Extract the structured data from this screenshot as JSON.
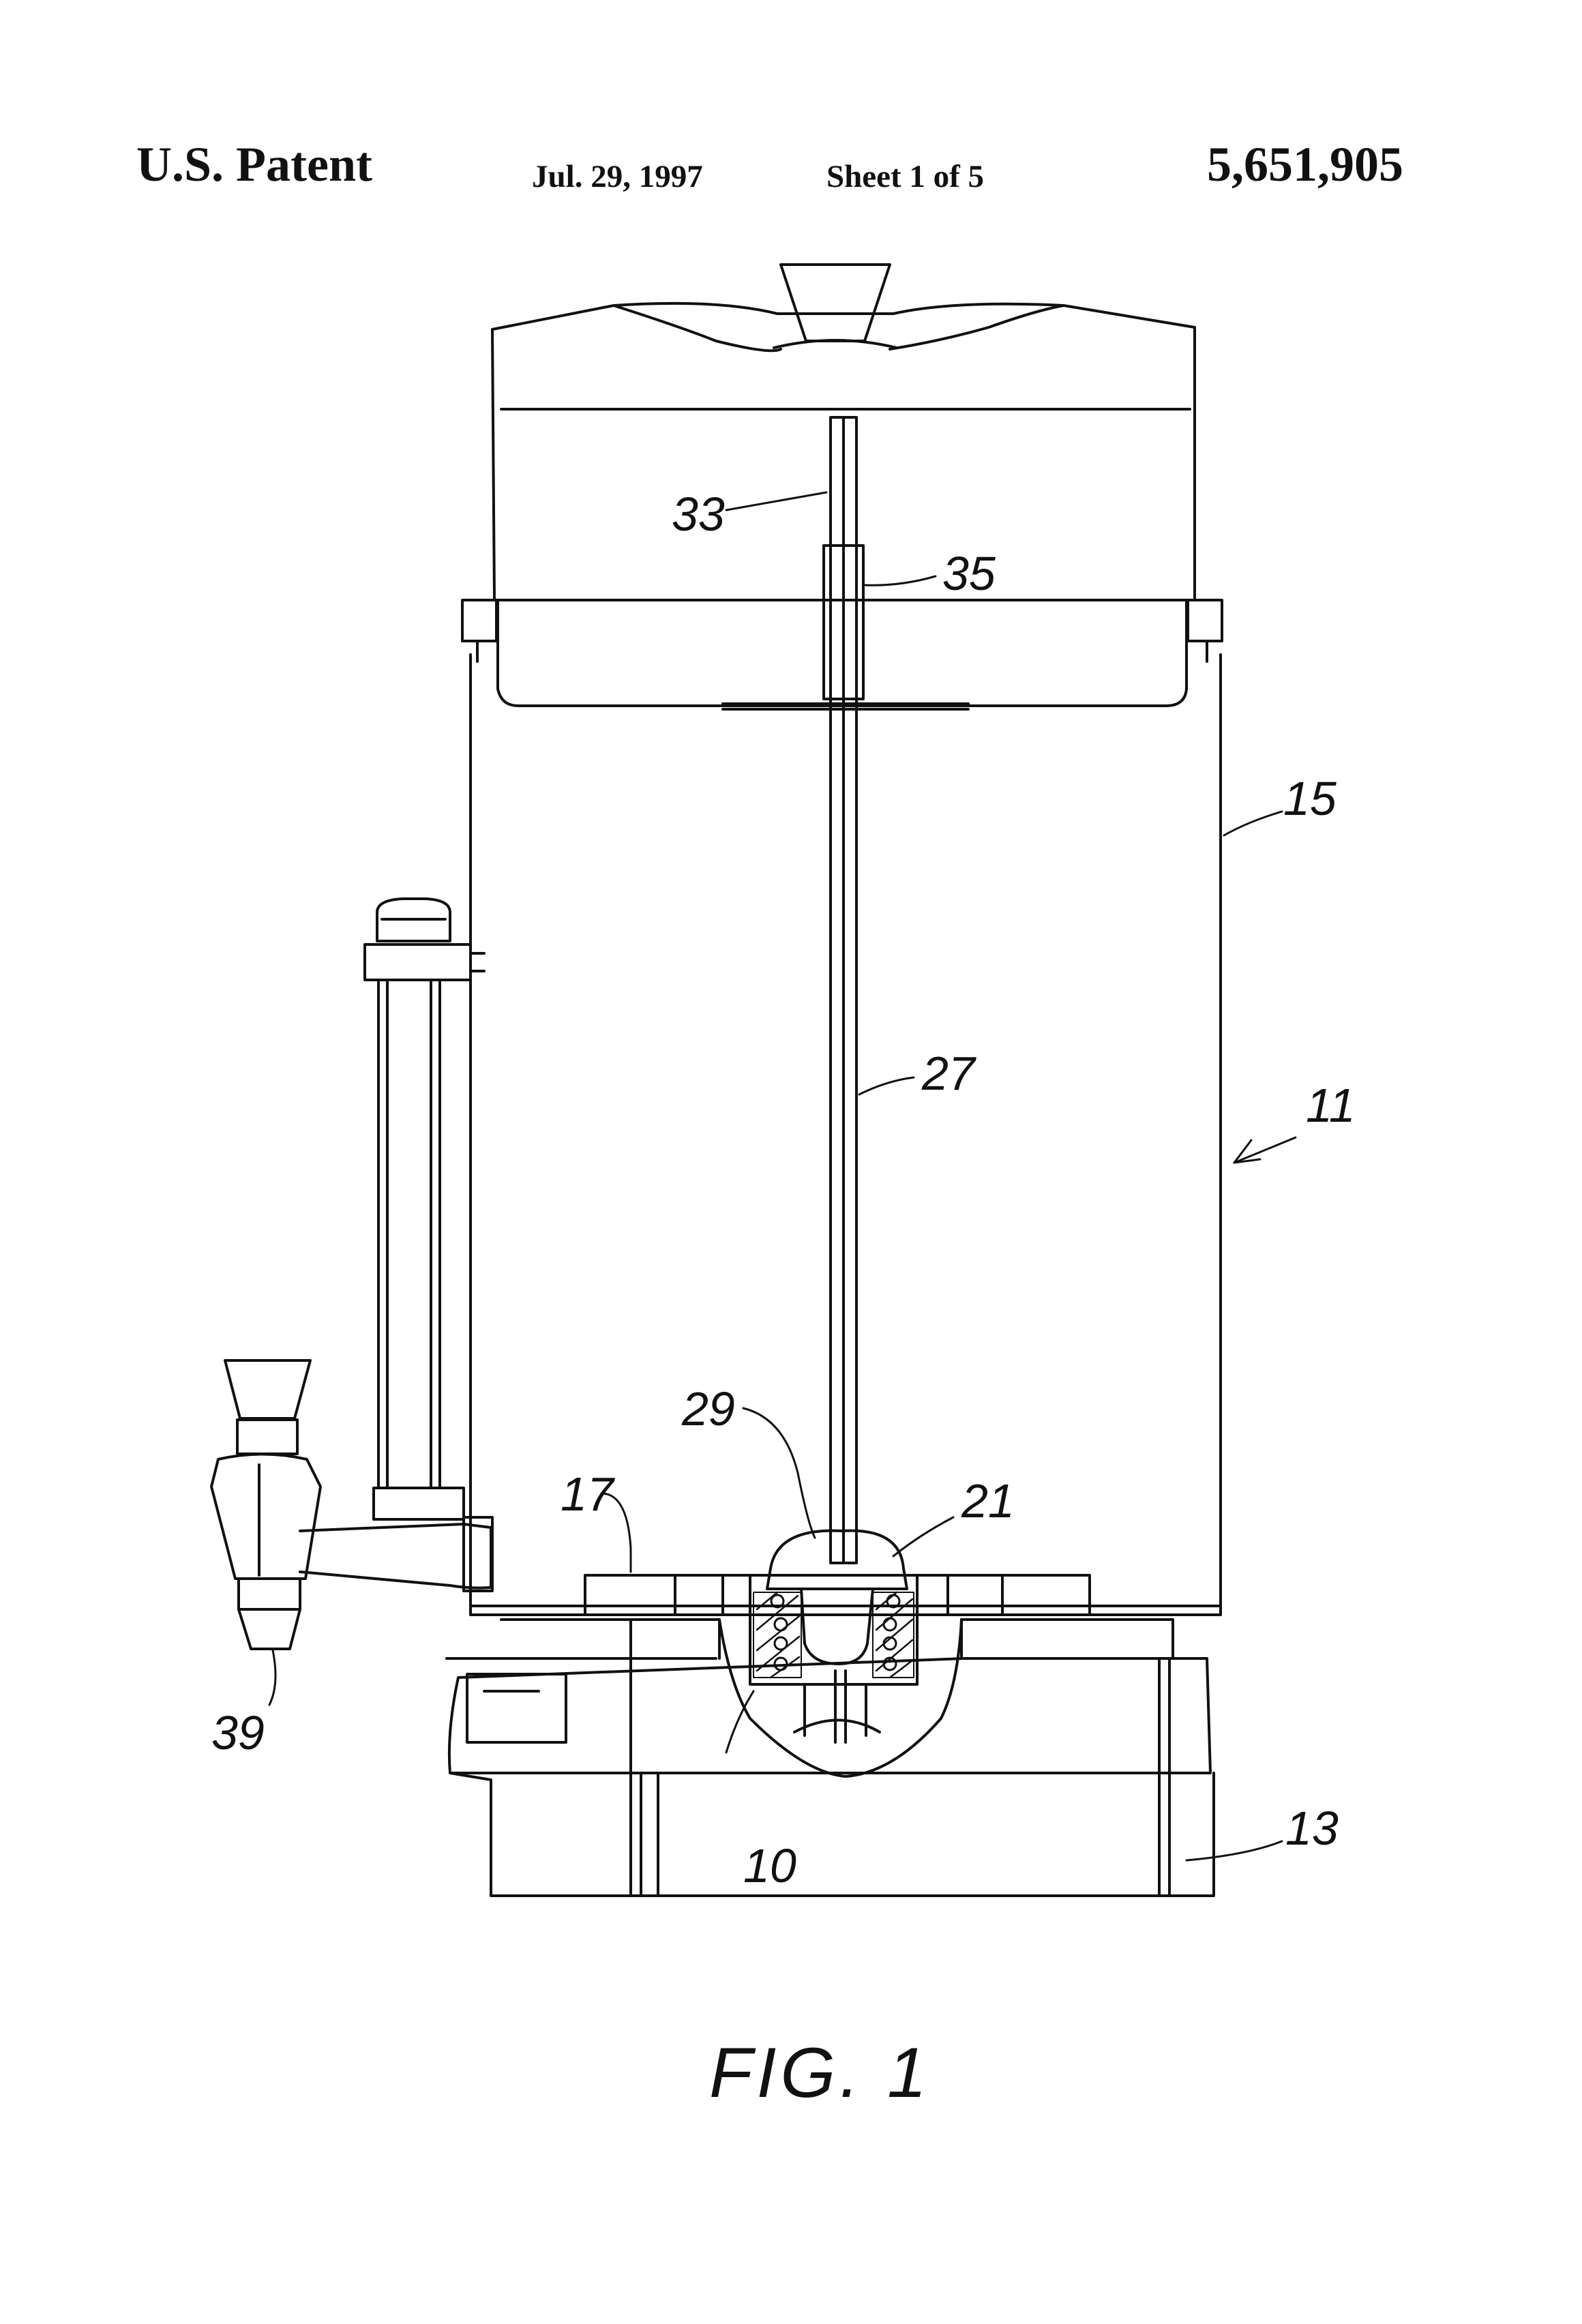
{
  "header": {
    "title": "U.S. Patent",
    "date": "Jul. 29, 1997",
    "sheet": "Sheet 1 of 5",
    "patent_number": "5,651,905"
  },
  "figure": {
    "caption": "FIG. 1",
    "reference_numerals": {
      "r33": "33",
      "r35": "35",
      "r15": "15",
      "r27": "27",
      "r11": "11",
      "r29": "29",
      "r21": "21",
      "r17": "17",
      "r39": "39",
      "r13": "13",
      "r10": "10"
    }
  },
  "colors": {
    "ink": "#111111",
    "paper": "#ffffff"
  }
}
